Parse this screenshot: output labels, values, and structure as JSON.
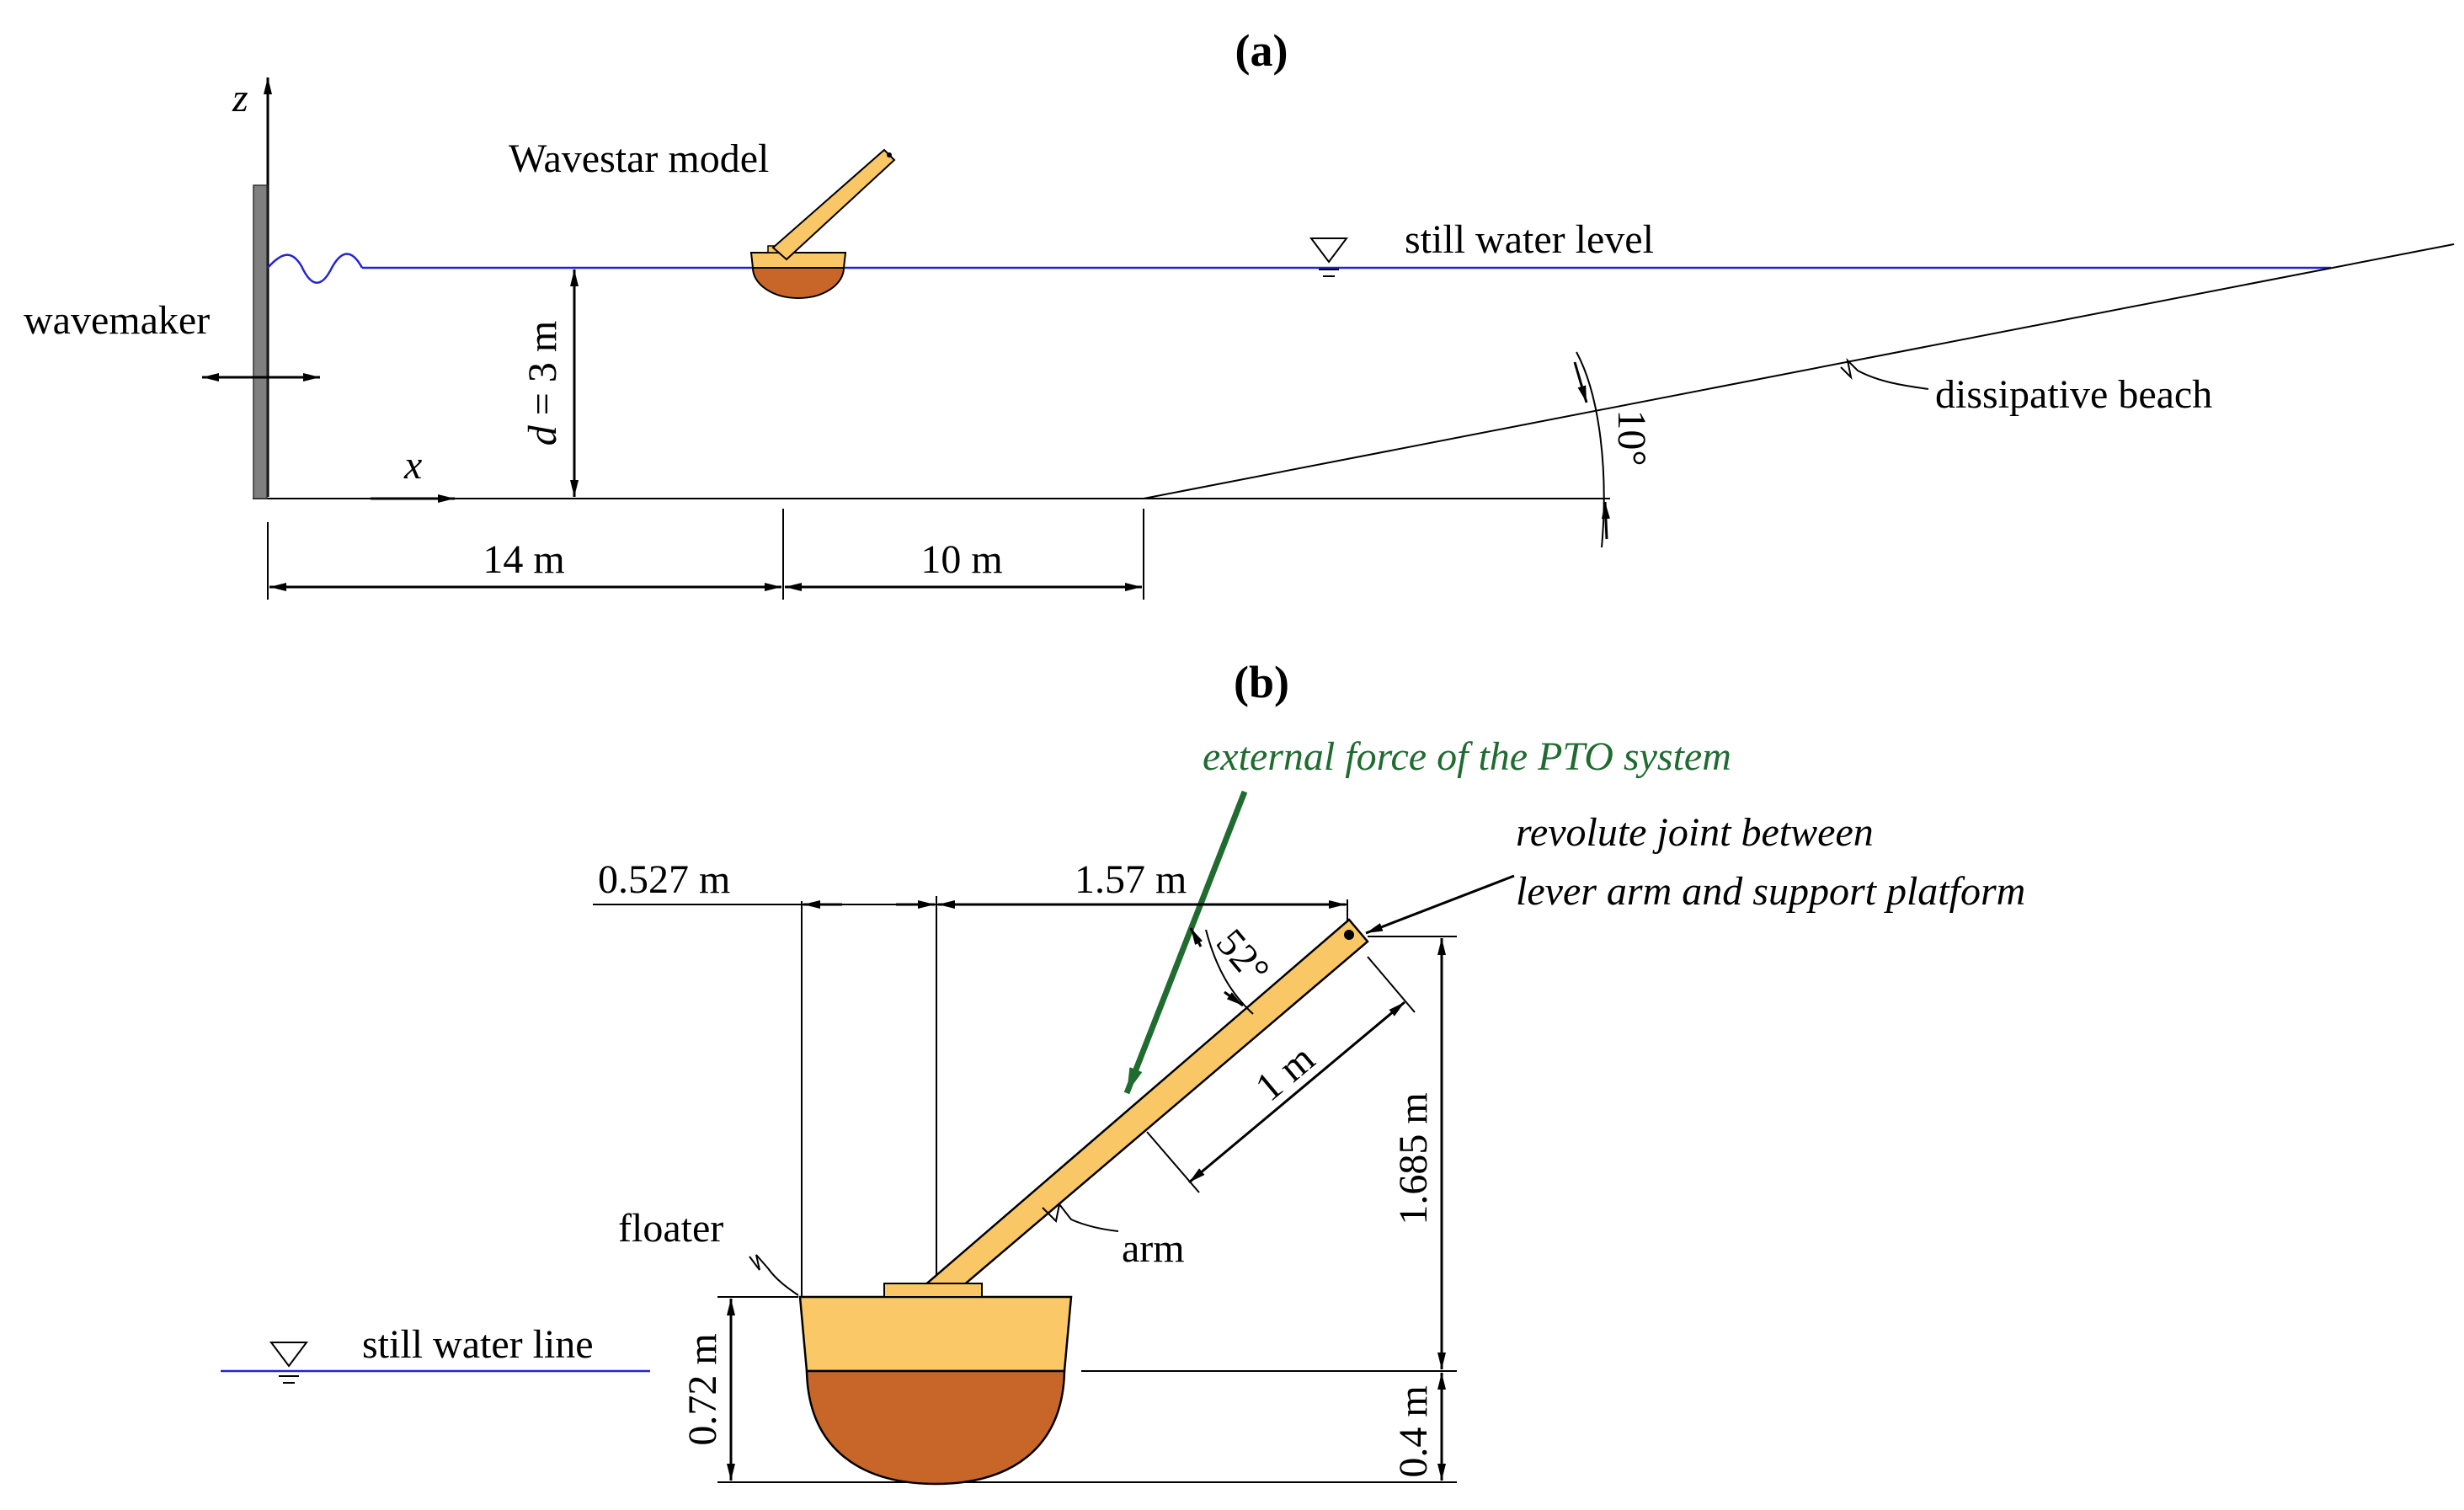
{
  "panel_a": {
    "label": "(a)",
    "axis_z": "z",
    "axis_x": "x",
    "wavemaker": "wavemaker",
    "model": "Wavestar model",
    "still_water_level": "still water level",
    "depth_var": "d",
    "depth_value": " = 3 m",
    "beach": "dissipative beach",
    "slope_angle": "10°",
    "dist_1": "14 m",
    "dist_2": "10 m"
  },
  "panel_b": {
    "label": "(b)",
    "pto_force": "external force of the PTO system",
    "joint_line1": "revolute joint between",
    "joint_line2": "lever arm and support platform",
    "dim_0527": "0.527 m",
    "dim_157": "1.57 m",
    "angle_52": "52°",
    "dim_1m": "1 m",
    "dim_1685": "1.685 m",
    "dim_072": "0.72 m",
    "dim_04": "0.4 m",
    "floater": "floater",
    "arm": "arm",
    "still_water_line": "still water line"
  },
  "colors": {
    "arm_fill": "#f9c766",
    "floater_top": "#fbc868",
    "floater_bottom": "#c8662a",
    "water_line": "#2323d6",
    "pto_arrow": "#1f6b30",
    "wavemaker": "#7f7f7f"
  }
}
